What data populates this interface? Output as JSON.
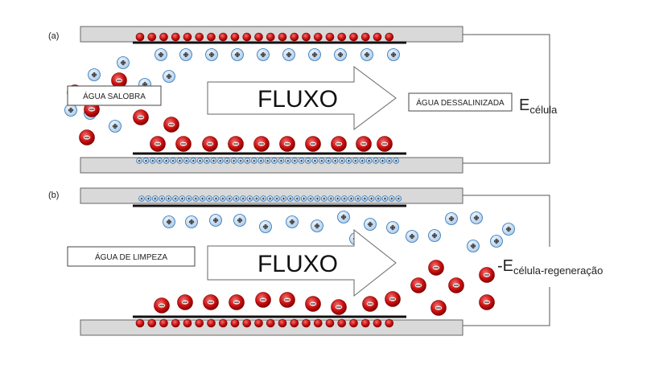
{
  "panel_a": {
    "label": "(a)",
    "inlet_label": "ÁGUA SALOBRA",
    "flow_label": "FLUXO",
    "outlet_label": "ÁGUA DESSALINIZADA",
    "voltage": {
      "main": "E",
      "sub": "célula"
    }
  },
  "panel_b": {
    "label": "(b)",
    "inlet_label": "ÁGUA DE LIMPEZA",
    "flow_label": "FLUXO",
    "voltage": {
      "main": "-E",
      "sub": "célula-regeneração"
    }
  },
  "colors": {
    "electrode_fill": "#d9d9d9",
    "cation": "#c00000",
    "anion_fill": "#bdd7ee",
    "anion_stroke": "#2e75b6"
  }
}
